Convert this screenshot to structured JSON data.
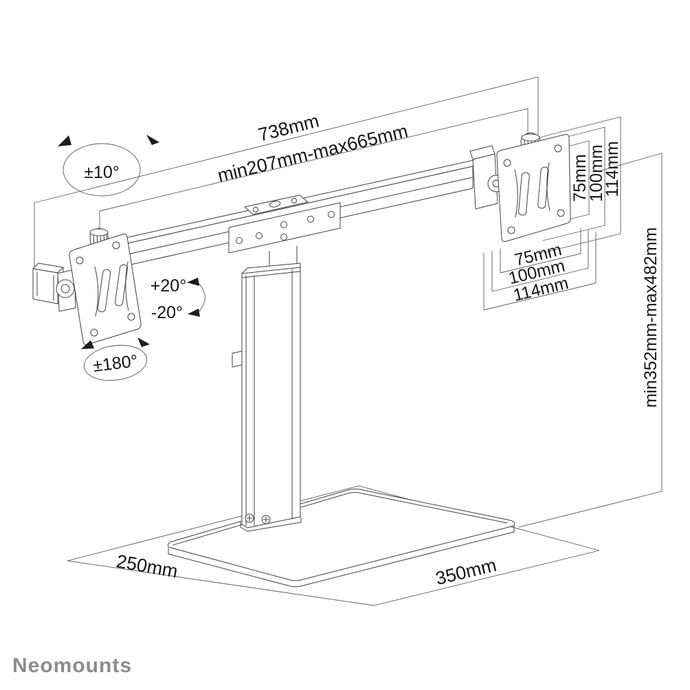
{
  "brand": {
    "logo": "Neomounts"
  },
  "labels": {
    "overall_width": "738mm",
    "horizontal_range": "min207mm-max665mm",
    "swivel_angle": "±10°",
    "tilt_up": "+20°",
    "tilt_down": "-20°",
    "rotate_angle": "±180°",
    "vesa_side": {
      "a": "75mm",
      "b": "100mm",
      "c": "114mm"
    },
    "vesa_bottom": {
      "a": "75mm",
      "b": "100mm",
      "c": "114mm"
    },
    "height_range": "min352mm-max482mm",
    "base_depth": "250mm",
    "base_width": "350mm"
  },
  "colors": {
    "line": "#3f3f3f",
    "dimension_line": "#5a5a5a",
    "text": "#161616",
    "logo": "#8c8c8c",
    "background": "#ffffff"
  }
}
